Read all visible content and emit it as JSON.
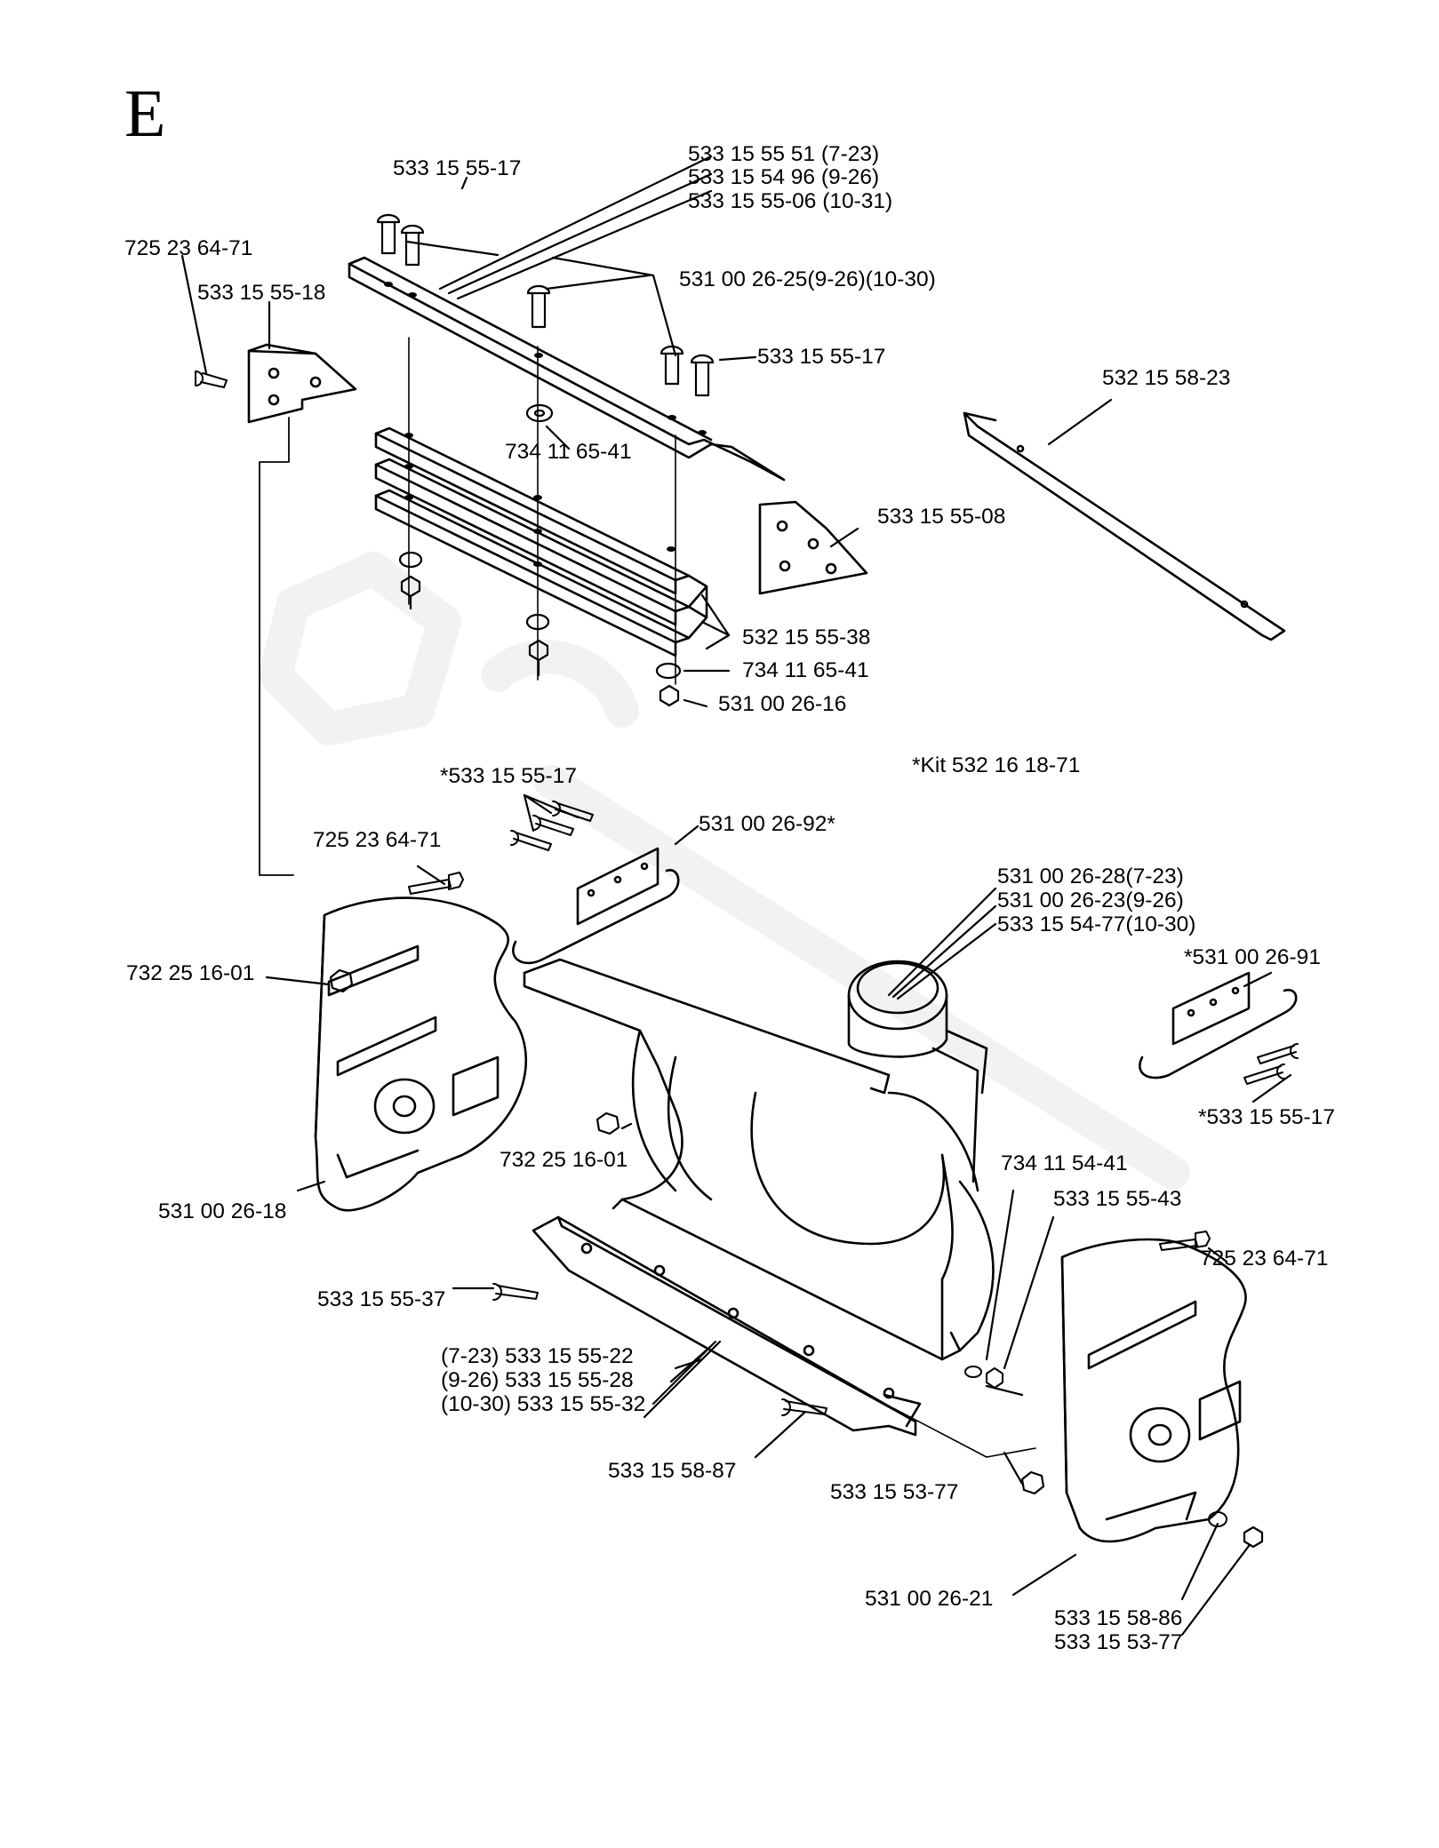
{
  "section_letter": "E",
  "kit_note": "*Kit  532 16 18-71",
  "labels": {
    "p1": "533 15 55-17",
    "p2": "533 15 55 51 (7-23)",
    "p3": "533 15 54 96 (9-26)",
    "p4": "533 15 55-06 (10-31)",
    "p5": "725 23 64-71",
    "p6": "533 15 55-18",
    "p7": "531 00 26-25(9-26)(10-30)",
    "p8": "533 15 55-17",
    "p9": "532 15 58-23",
    "p10": "734 11 65-41",
    "p11": "533 15 55-08",
    "p12": "532 15 55-38",
    "p13": "734 11 65-41",
    "p14": "531 00 26-16",
    "p15": "*533 15 55-17",
    "p16": "531 00 26-92*",
    "p17": "725 23 64-71",
    "p18": "531 00 26-28(7-23)",
    "p19": "531 00 26-23(9-26)",
    "p20": "533 15 54-77(10-30)",
    "p21": "*531 00 26-91",
    "p22": "732 25 16-01",
    "p23": "*533 15 55-17",
    "p24": "732 25 16-01",
    "p25": "734 11 54-41",
    "p26": "533 15 55-43",
    "p27": "531 00 26-18",
    "p28": "725 23 64-71",
    "p29": "533 15 55-37",
    "p30": "(7-23) 533 15 55-22",
    "p31": "(9-26) 533 15 55-28",
    "p32": "(10-30) 533 15 55-32",
    "p33": "533 15 58-87",
    "p34": "533 15 53-77",
    "p35": "531 00 26-21",
    "p36": "533 15 58-86",
    "p37": "533 15 53-77"
  },
  "icons": [
    "carriage-bolt-icon",
    "hex-nut-icon",
    "flat-washer-icon",
    "lock-washer-icon",
    "watermark-logo"
  ]
}
